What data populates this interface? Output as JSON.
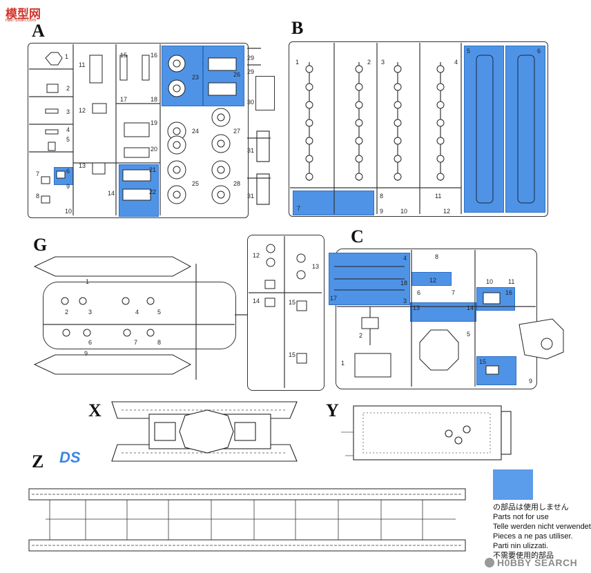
{
  "site_logo": {
    "text": "模型网",
    "sub": "nan-shan.com"
  },
  "watermark": {
    "brand": "H0BBY SEARCH"
  },
  "sprues": {
    "A": {
      "letter": "A",
      "parts": [
        "1",
        "2",
        "3",
        "4",
        "5",
        "6",
        "7",
        "8",
        "9",
        "10",
        "11",
        "12",
        "13",
        "14",
        "15",
        "16",
        "17",
        "18",
        "19",
        "20",
        "21",
        "22",
        "23",
        "24",
        "25",
        "26",
        "27",
        "28",
        "29",
        "29",
        "30",
        "31",
        "31"
      ]
    },
    "B": {
      "letter": "B",
      "parts": [
        "1",
        "2",
        "3",
        "4",
        "5",
        "6",
        "7",
        "8",
        "9",
        "10",
        "11",
        "12"
      ]
    },
    "C": {
      "letter": "C",
      "parts": [
        "1",
        "2",
        "3",
        "4",
        "5",
        "6",
        "7",
        "8",
        "9",
        "10",
        "11",
        "12",
        "13",
        "14",
        "15",
        "16",
        "17",
        "18"
      ]
    },
    "G": {
      "letter": "G",
      "parts": [
        "1",
        "2",
        "3",
        "4",
        "5",
        "6",
        "7",
        "8",
        "9",
        "12",
        "13",
        "14",
        "15",
        "15"
      ]
    },
    "X": {
      "letter": "X"
    },
    "Y": {
      "letter": "Y"
    },
    "Z": {
      "letter": "Z",
      "logo": "DS"
    }
  },
  "legend": {
    "color": "#5b9ceb",
    "lines": [
      "の部品は使用しません",
      "Parts not for use",
      "Telle werden nicht verwendet.",
      "Pieces a ne pas utiliser.",
      "Parti nin ulizzati.",
      "不需要使用的部品"
    ]
  },
  "colors": {
    "unused_parts": "#4f93e6",
    "outline": "#333333"
  }
}
